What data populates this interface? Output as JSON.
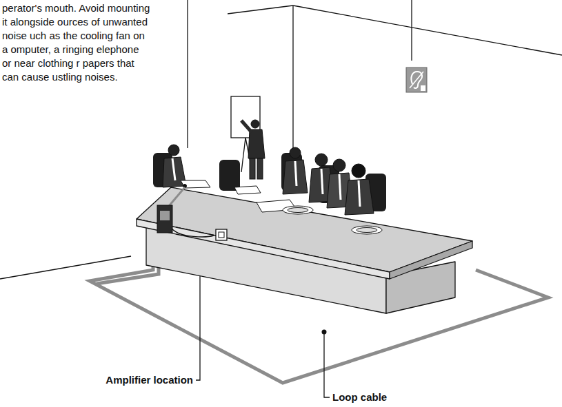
{
  "diagram": {
    "labels": [
      "perator's mouth. Avoid mounting it alongside ources of unwanted noise uch as the cooling fan on a omputer, a ringing elephone or near clothing r papers that can cause ustling noises.",
      "Amplifier location",
      "Loop cable"
    ]
  }
}
